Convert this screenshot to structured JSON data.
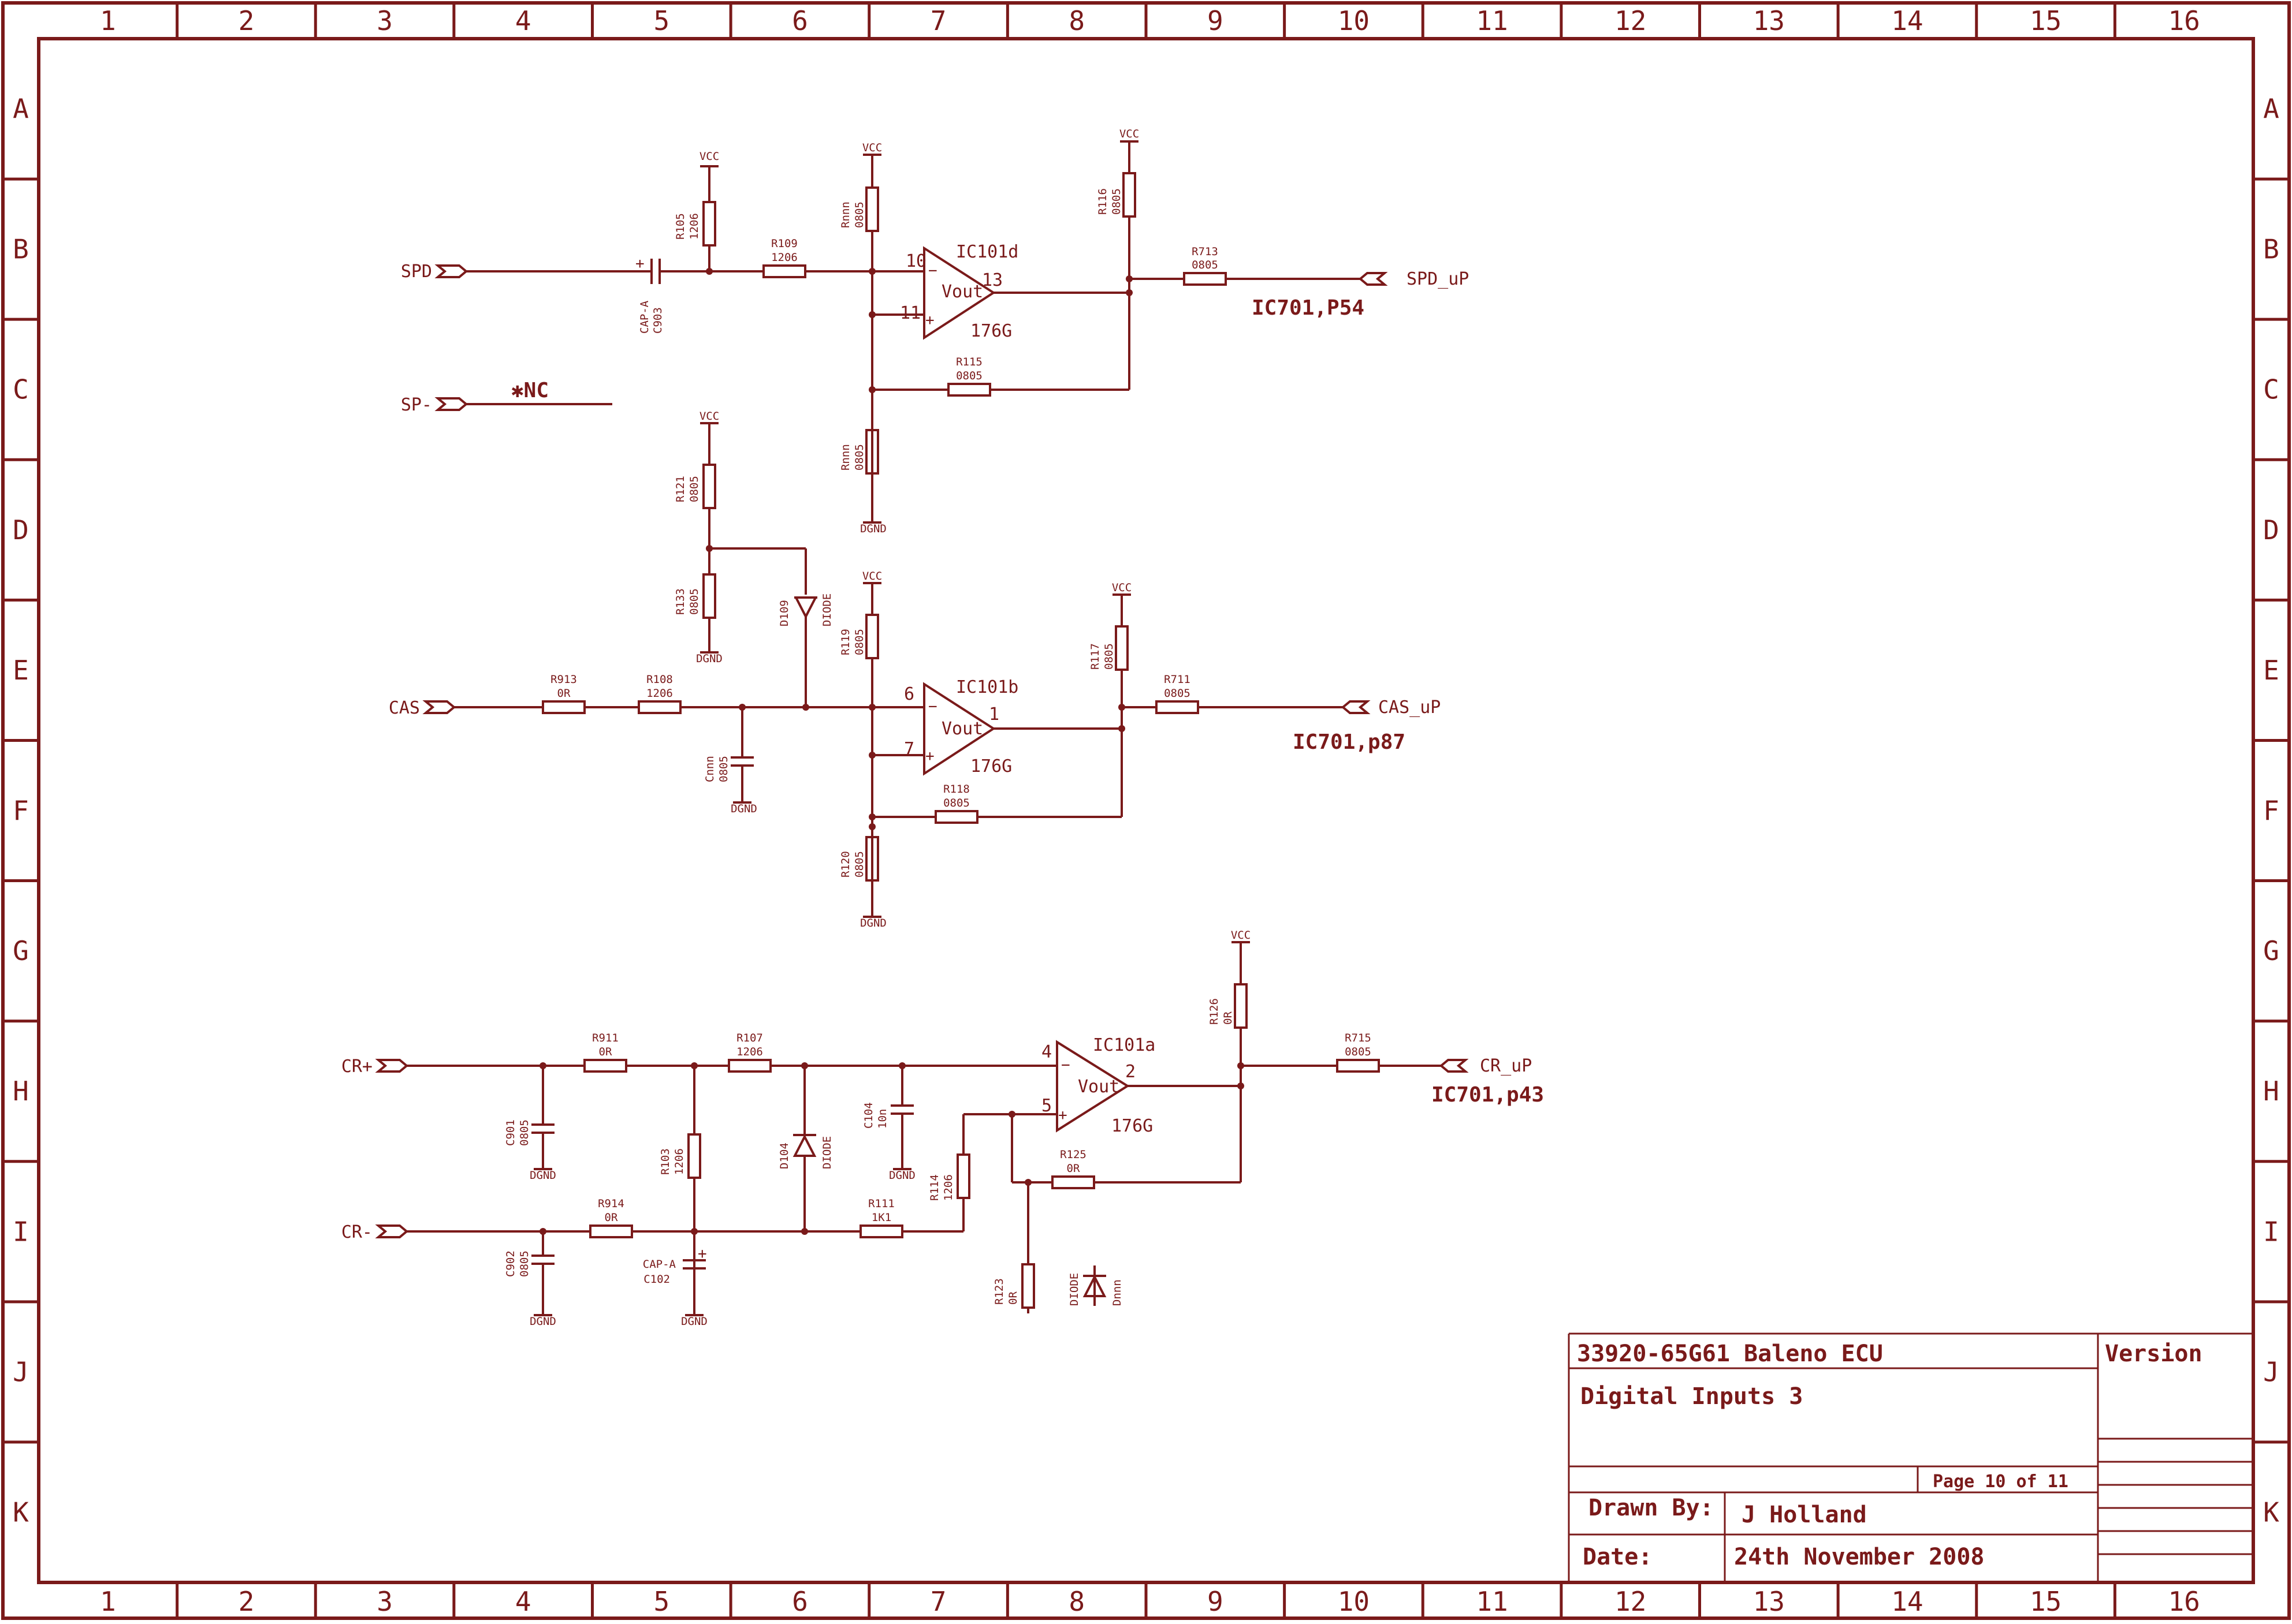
{
  "border": {
    "columns": [
      "1",
      "2",
      "3",
      "4",
      "5",
      "6",
      "7",
      "8",
      "9",
      "10",
      "11",
      "12",
      "13",
      "14",
      "15",
      "16"
    ],
    "rows": [
      "A",
      "B",
      "C",
      "D",
      "E",
      "F",
      "G",
      "H",
      "I",
      "J",
      "K"
    ]
  },
  "colors": {
    "ink": "#7a1a1a",
    "paper": "#ffffff"
  },
  "nets": {
    "vcc": "VCC",
    "dgnd": "DGND",
    "nc": "✱NC"
  },
  "ports": {
    "spd_in": "SPD",
    "sp_minus": "SP-",
    "cas_in": "CAS",
    "cr_plus": "CR+",
    "cr_minus": "CR-",
    "spd_out": "SPD_uP",
    "cas_out": "CAS_uP",
    "cr_out": "CR_uP"
  },
  "destinations": {
    "spd": "IC701,P54",
    "cas": "IC701,p87",
    "cr": "IC701,p43"
  },
  "opamps": {
    "d": {
      "ref": "IC101d",
      "part": "176G",
      "out_label": "Vout",
      "pin_minus": "10",
      "pin_plus": "11",
      "pin_out": "13"
    },
    "b": {
      "ref": "IC101b",
      "part": "176G",
      "out_label": "Vout",
      "pin_minus": "6",
      "pin_plus": "7",
      "pin_out": "1"
    },
    "a": {
      "ref": "IC101a",
      "part": "176G",
      "out_label": "Vout",
      "pin_minus": "4",
      "pin_plus": "5",
      "pin_out": "2"
    }
  },
  "components": {
    "r105": {
      "ref": "R105",
      "val": "1206"
    },
    "c903": {
      "ref": "C903",
      "val": "CAP-A"
    },
    "r109": {
      "ref": "R109",
      "val": "1206"
    },
    "rnnn_top": {
      "ref": "Rnnn",
      "val": "0805"
    },
    "rnnn_bot": {
      "ref": "Rnnn",
      "val": "0805"
    },
    "r115": {
      "ref": "R115",
      "val": "0805"
    },
    "r116": {
      "ref": "R116",
      "val": "0805"
    },
    "r713": {
      "ref": "R713",
      "val": "0805"
    },
    "r121": {
      "ref": "R121",
      "val": "0805"
    },
    "r133": {
      "ref": "R133",
      "val": "0805"
    },
    "d109": {
      "ref": "D109",
      "val": "DIODE"
    },
    "r913": {
      "ref": "R913",
      "val": "0R"
    },
    "r108": {
      "ref": "R108",
      "val": "1206"
    },
    "cnnn": {
      "ref": "Cnnn",
      "val": "0805"
    },
    "r119": {
      "ref": "R119",
      "val": "0805"
    },
    "r118": {
      "ref": "R118",
      "val": "0805"
    },
    "r120": {
      "ref": "R120",
      "val": "0805"
    },
    "r117": {
      "ref": "R117",
      "val": "0805"
    },
    "r711": {
      "ref": "R711",
      "val": "0805"
    },
    "r911": {
      "ref": "R911",
      "val": "0R"
    },
    "r107": {
      "ref": "R107",
      "val": "1206"
    },
    "c901": {
      "ref": "C901",
      "val": "0805"
    },
    "r103": {
      "ref": "R103",
      "val": "1206"
    },
    "d104": {
      "ref": "D104",
      "val": "DIODE"
    },
    "c104": {
      "ref": "C104",
      "val": "10n"
    },
    "r114": {
      "ref": "R114",
      "val": "1206"
    },
    "r126": {
      "ref": "R126",
      "val": "0R"
    },
    "r715": {
      "ref": "R715",
      "val": "0805"
    },
    "r125": {
      "ref": "R125",
      "val": "0R"
    },
    "r914": {
      "ref": "R914",
      "val": "0R"
    },
    "r111": {
      "ref": "R111",
      "val": "1K1"
    },
    "c902": {
      "ref": "C902",
      "val": "0805"
    },
    "c102": {
      "ref": "C102",
      "val": "CAP-A"
    },
    "r123": {
      "ref": "R123",
      "val": "0R"
    },
    "dnnn": {
      "ref": "Dnnn",
      "val": "DIODE"
    }
  },
  "title_block": {
    "project": "33920-65G61 Baleno ECU",
    "sheet_title": "Digital Inputs 3",
    "version_label": "Version",
    "page": "Page 10 of 11",
    "drawn_by_label": "Drawn By:",
    "drawn_by": "J Holland",
    "date_label": "Date:",
    "date": "24th November 2008"
  }
}
